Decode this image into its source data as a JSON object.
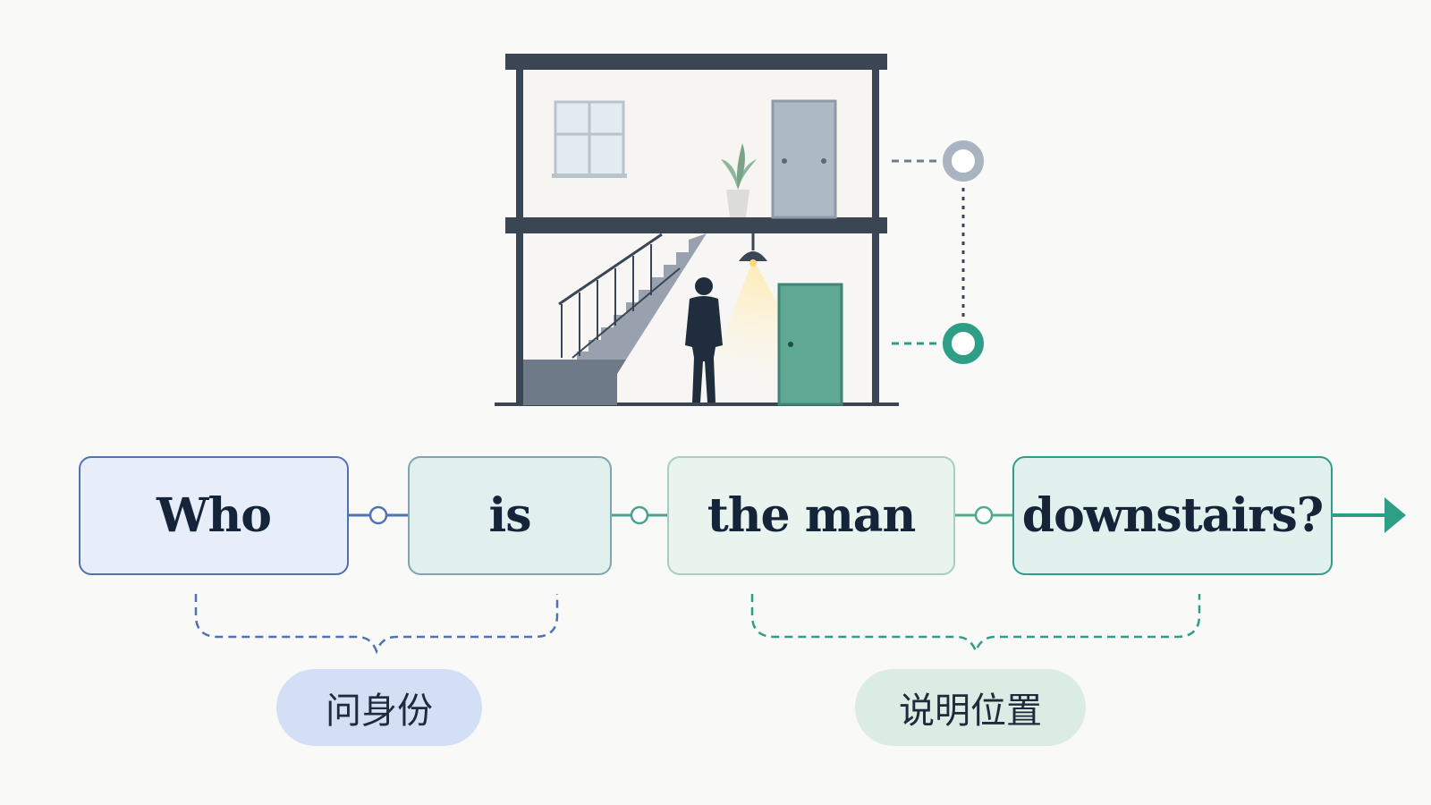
{
  "sentence": {
    "words": [
      {
        "text": "Who",
        "role": "question-word"
      },
      {
        "text": "is",
        "role": "linking-verb"
      },
      {
        "text": "the man",
        "role": "subject"
      },
      {
        "text": "downstairs?",
        "role": "location"
      }
    ]
  },
  "groups": [
    {
      "label": "问身份",
      "covers": [
        "Who",
        "is"
      ],
      "color": "#4f72b5"
    },
    {
      "label": "说明位置",
      "covers": [
        "the man",
        "downstairs?"
      ],
      "color": "#2f9e87"
    }
  ],
  "illustration": {
    "scene": "two-story-house",
    "floors": [
      "upstairs",
      "downstairs"
    ],
    "highlighted_floor": "downstairs",
    "icons": [
      "window-icon",
      "plant-icon",
      "door-icon",
      "staircase-icon",
      "lamp-icon",
      "man-silhouette-icon",
      "green-door-icon"
    ]
  },
  "colors": {
    "blue_accent": "#4f72b5",
    "teal_accent": "#2f9e87",
    "grey_marker": "#aab4c0",
    "house_frame": "#3b4654"
  }
}
